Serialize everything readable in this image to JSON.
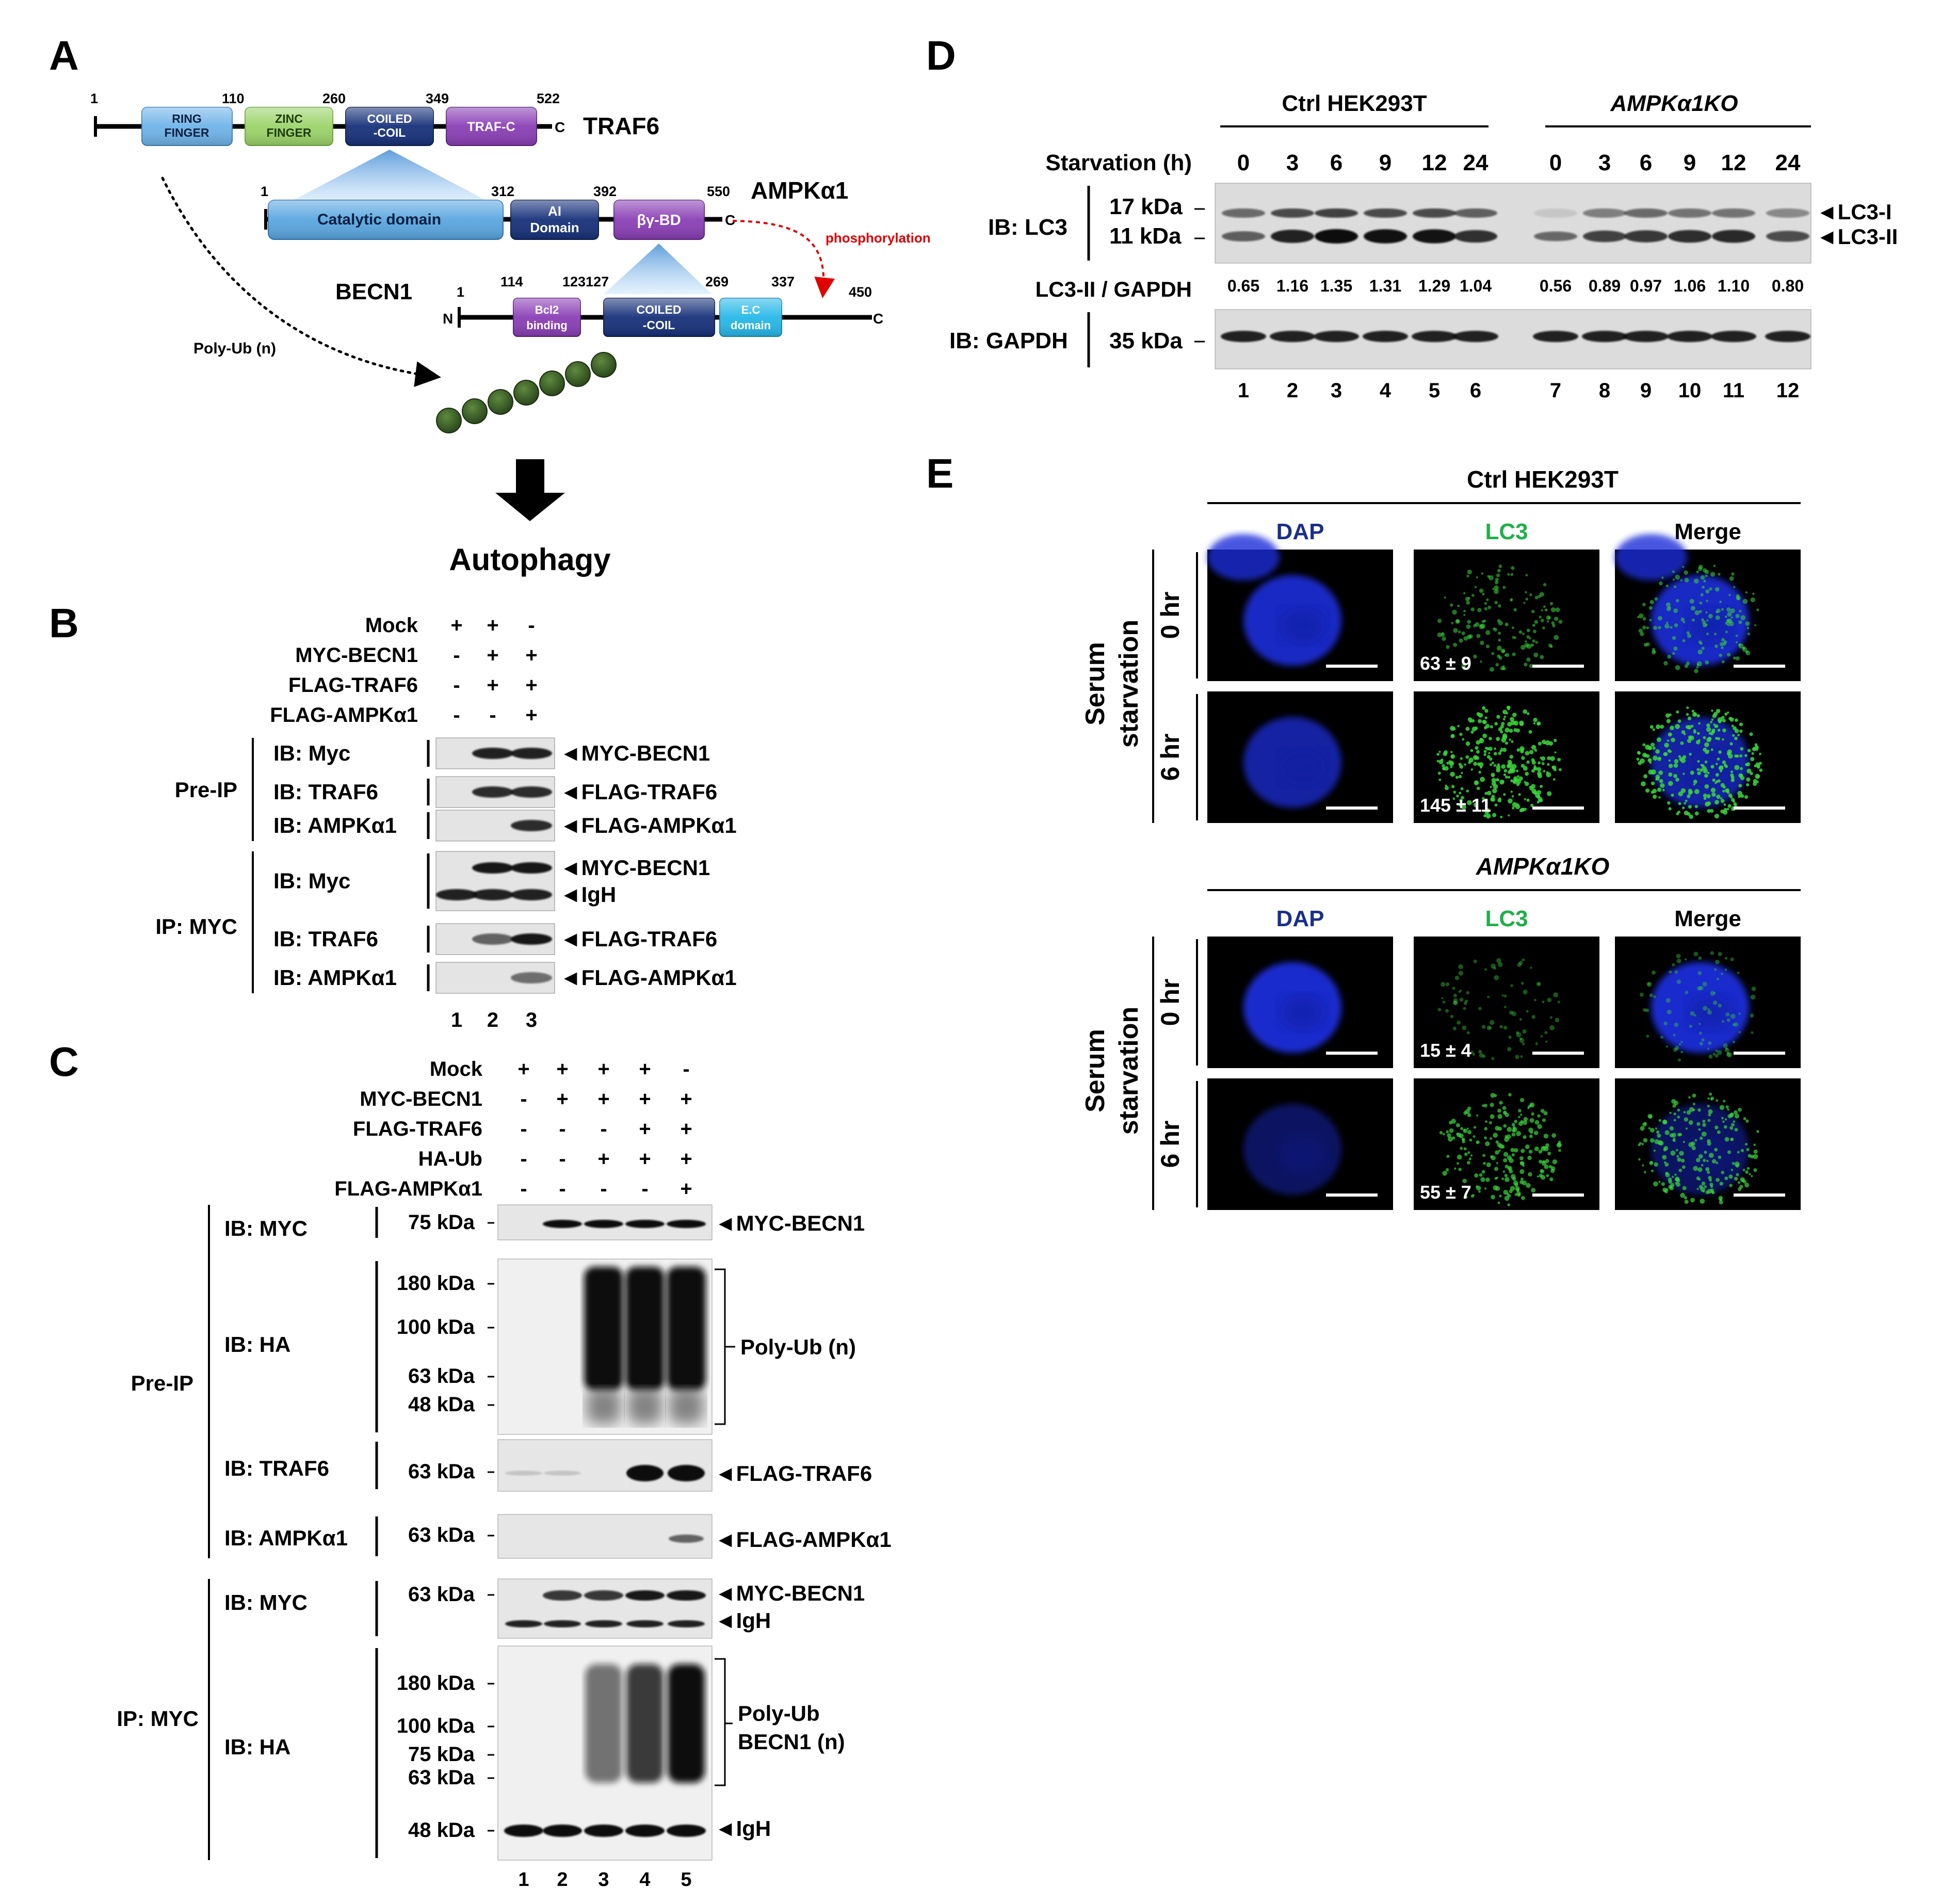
{
  "panel_letters": {
    "a": "A",
    "b": "B",
    "c": "C",
    "d": "D",
    "e": "E"
  },
  "panel_a": {
    "traf6": {
      "name": "TRAF6",
      "c_terminal": "C",
      "positions": [
        "1",
        "110",
        "260",
        "349",
        "522"
      ],
      "domains": [
        {
          "line1": "RING",
          "line2": "FINGER",
          "fill": "#6fb3e8"
        },
        {
          "line1": "ZINC",
          "line2": "FINGER",
          "fill": "#9bd36a"
        },
        {
          "line1": "COILED",
          "line2": "-COIL",
          "fill": "#17317a"
        },
        {
          "line1": "TRAF-C",
          "line2": "",
          "fill": "#8a3fb5"
        }
      ]
    },
    "ampk": {
      "name": "AMPKα1",
      "c_terminal": "C",
      "positions": [
        "1",
        "312",
        "392",
        "550"
      ],
      "domains": [
        {
          "line1": "Catalytic domain",
          "line2": "",
          "fill": "#5aa6e0"
        },
        {
          "line1": "AI",
          "line2": "Domain",
          "fill": "#17317a"
        },
        {
          "line1": "βγ-BD",
          "line2": "",
          "fill": "#8a3fb5"
        }
      ]
    },
    "becn1": {
      "name": "BECN1",
      "n_terminal": "N",
      "c_terminal": "C",
      "positions": [
        "1",
        "114",
        "123127",
        "269",
        "337",
        "450"
      ],
      "domains": [
        {
          "line1": "Bcl2",
          "line2": "binding",
          "fill": "#8a3fb5"
        },
        {
          "line1": "COILED",
          "line2": "-COIL",
          "fill": "#17317a"
        },
        {
          "line1": "E.C",
          "line2": "domain",
          "fill": "#27b8e8"
        }
      ]
    },
    "phosphorylation_label": "phosphorylation",
    "polyub_label": "Poly-Ub (n)",
    "ub_bead_count": 7,
    "outcome_label": "Autophagy"
  },
  "panel_b": {
    "conditions": [
      {
        "label": "Mock",
        "values": [
          "+",
          "+",
          "-"
        ]
      },
      {
        "label": "MYC-BECN1",
        "values": [
          "-",
          "+",
          "+"
        ]
      },
      {
        "label": "FLAG-TRAF6",
        "values": [
          "-",
          "+",
          "+"
        ]
      },
      {
        "label": "FLAG-AMPKα1",
        "values": [
          "-",
          "-",
          "+"
        ]
      }
    ],
    "groups": [
      {
        "label": "Pre-IP",
        "blots": [
          {
            "ib": "IB: Myc",
            "bands": [
              {
                "marker": "MYC-BECN1",
                "intensity": [
                  0,
                  0.9,
                  0.9
                ]
              }
            ]
          },
          {
            "ib": "IB: TRAF6",
            "bands": [
              {
                "marker": "FLAG-TRAF6",
                "intensity": [
                  0,
                  0.85,
                  0.85
                ]
              }
            ]
          },
          {
            "ib": "IB: AMPKα1",
            "bands": [
              {
                "marker": "FLAG-AMPKα1",
                "intensity": [
                  0,
                  0,
                  0.85
                ]
              }
            ]
          }
        ]
      },
      {
        "label": "IP: MYC",
        "blots": [
          {
            "ib": "IB: Myc",
            "bands": [
              {
                "marker": "MYC-BECN1",
                "intensity": [
                  0,
                  0.95,
                  0.95
                ]
              },
              {
                "marker": "IgH",
                "intensity": [
                  0.9,
                  0.9,
                  0.9
                ]
              }
            ]
          },
          {
            "ib": "IB: TRAF6",
            "bands": [
              {
                "marker": "FLAG-TRAF6",
                "intensity": [
                  0,
                  0.6,
                  0.95
                ]
              }
            ]
          },
          {
            "ib": "IB: AMPKα1",
            "bands": [
              {
                "marker": "FLAG-AMPKα1",
                "intensity": [
                  0,
                  0,
                  0.55
                ]
              }
            ]
          }
        ]
      }
    ],
    "lanes": [
      "1",
      "2",
      "3"
    ]
  },
  "panel_c": {
    "conditions": [
      {
        "label": "Mock",
        "values": [
          "+",
          "+",
          "+",
          "+",
          "-"
        ]
      },
      {
        "label": "MYC-BECN1",
        "values": [
          "-",
          "+",
          "+",
          "+",
          "+"
        ]
      },
      {
        "label": "FLAG-TRAF6",
        "values": [
          "-",
          "-",
          "-",
          "+",
          "+"
        ]
      },
      {
        "label": "HA-Ub",
        "values": [
          "-",
          "-",
          "+",
          "+",
          "+"
        ]
      },
      {
        "label": "FLAG-AMPKα1",
        "values": [
          "-",
          "-",
          "-",
          "-",
          "+"
        ]
      }
    ],
    "groups": [
      {
        "label": "Pre-IP",
        "blots": [
          {
            "ib": "IB: MYC",
            "mw": [
              "75 kDa"
            ],
            "markers": [
              "MYC-BECN1"
            ]
          },
          {
            "ib": "IB: HA",
            "mw": [
              "180 kDa",
              "100 kDa",
              "63 kDa",
              "48 kDa"
            ],
            "markers": [
              "Poly-Ub (n)"
            ]
          },
          {
            "ib": "IB: TRAF6",
            "mw": [
              "63 kDa"
            ],
            "markers": [
              "FLAG-TRAF6"
            ]
          },
          {
            "ib": "IB: AMPKα1",
            "mw": [
              "63 kDa"
            ],
            "markers": [
              "FLAG-AMPKα1"
            ]
          }
        ]
      },
      {
        "label": "IP: MYC",
        "blots": [
          {
            "ib": "IB: MYC",
            "mw": [
              "63 kDa"
            ],
            "markers": [
              "MYC-BECN1",
              "IgH"
            ]
          },
          {
            "ib": "IB: HA",
            "mw": [
              "180 kDa",
              "100 kDa",
              "75 kDa",
              "63 kDa",
              "48 kDa"
            ],
            "markers": [
              "Poly-Ub",
              "BECN1 (n)",
              "IgH"
            ]
          }
        ]
      }
    ],
    "lanes": [
      "1",
      "2",
      "3",
      "4",
      "5"
    ]
  },
  "panel_d": {
    "groups": [
      "Ctrl HEK293T",
      "AMPKα1KO"
    ],
    "starvation_label": "Starvation (h)",
    "timepoints": [
      "0",
      "3",
      "6",
      "9",
      "12",
      "24",
      "0",
      "3",
      "6",
      "9",
      "12",
      "24"
    ],
    "lc3_ib": "IB: LC3",
    "lc3_mw": [
      "17 kDa",
      "11 kDa"
    ],
    "lc3_markers": [
      "LC3-I",
      "LC3-II"
    ],
    "ratio_label": "LC3-II / GAPDH",
    "ratios": [
      "0.65",
      "1.16",
      "1.35",
      "1.31",
      "1.29",
      "1.04",
      "0.56",
      "0.89",
      "0.97",
      "1.06",
      "1.10",
      "0.80"
    ],
    "gapdh_ib": "IB: GAPDH",
    "gapdh_mw": "35 kDa",
    "lanes": [
      "1",
      "2",
      "3",
      "4",
      "5",
      "6",
      "7",
      "8",
      "9",
      "10",
      "11",
      "12"
    ]
  },
  "panel_e": {
    "blocks": [
      {
        "title": "Ctrl HEK293T",
        "columns": [
          {
            "label": "DAP",
            "color": "#1a2f8c"
          },
          {
            "label": "LC3",
            "color": "#1fb04a"
          },
          {
            "label": "Merge",
            "color": "#000000"
          }
        ],
        "condition": [
          "Serum",
          "starvation"
        ],
        "rows": [
          {
            "time": "0 hr",
            "count": "63 ± 9",
            "dapi": 0.9,
            "lc3": 0.35
          },
          {
            "time": "6 hr",
            "count": "145 ± 11",
            "dapi": 0.75,
            "lc3": 0.85
          }
        ]
      },
      {
        "title": "AMPKα1KO",
        "columns": [
          {
            "label": "DAP",
            "color": "#1a2f8c"
          },
          {
            "label": "LC3",
            "color": "#1fb04a"
          },
          {
            "label": "Merge",
            "color": "#000000"
          }
        ],
        "condition": [
          "Serum",
          "starvation"
        ],
        "rows": [
          {
            "time": "0 hr",
            "count": "15 ± 4",
            "dapi": 0.95,
            "lc3": 0.1
          },
          {
            "time": "6 hr",
            "count": "55 ± 7",
            "dapi": 0.45,
            "lc3": 0.6
          }
        ]
      }
    ]
  }
}
